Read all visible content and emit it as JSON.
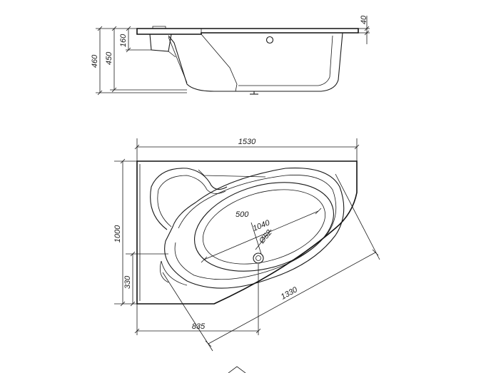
{
  "side_view": {
    "dims": {
      "total_height": "460",
      "tub_height": "450",
      "apron_depth": "160",
      "rim_thickness": "40"
    }
  },
  "top_view": {
    "dims": {
      "overall_length": "1530",
      "overall_width": "1000",
      "inner_length": "1040",
      "inner_width": "500",
      "drain_diameter": "Ø52",
      "diagonal_length": "1330",
      "front_length": "835",
      "side_short": "330"
    }
  }
}
